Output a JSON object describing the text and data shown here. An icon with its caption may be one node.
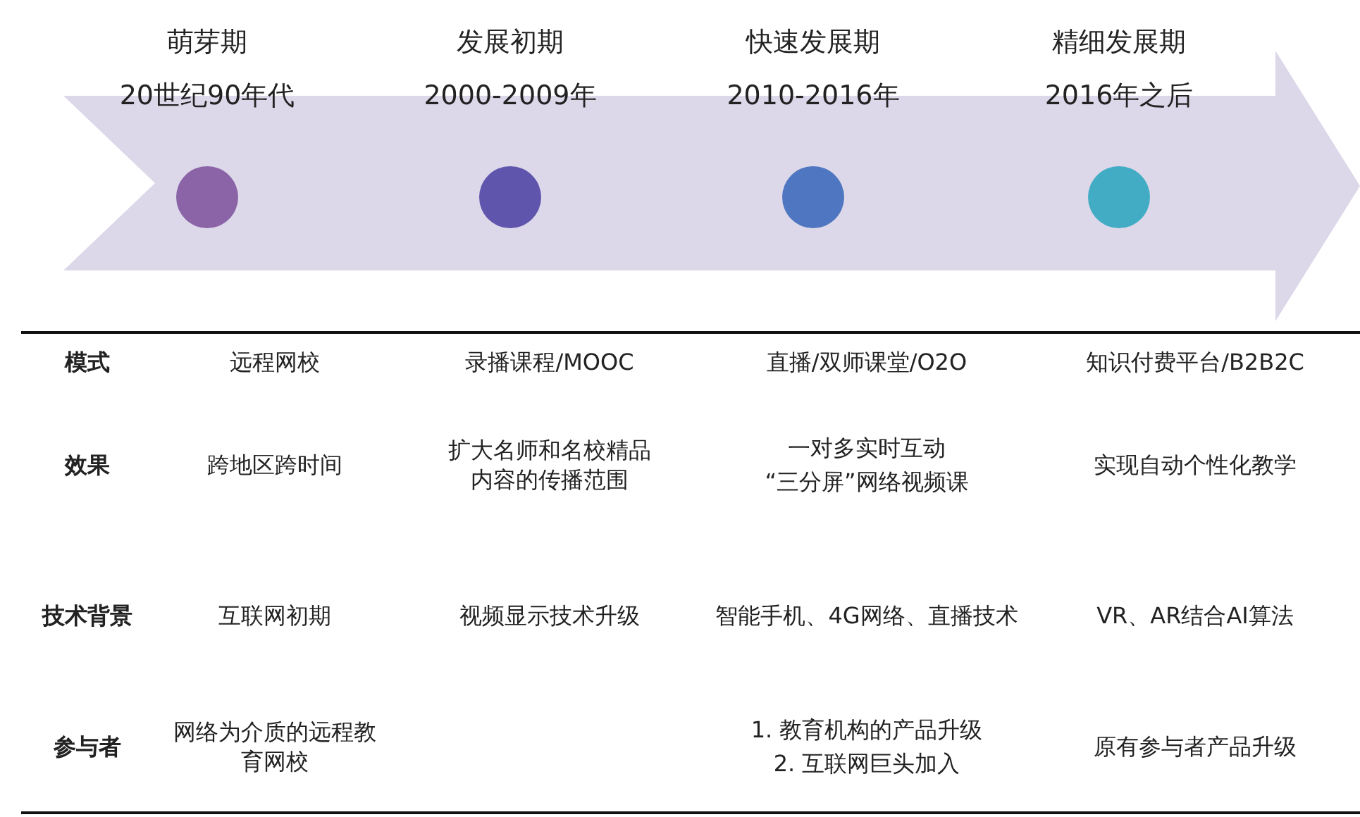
{
  "diagram": {
    "nodes": [
      {
        "text": [
          "萌芽期",
          "20世纪90年代"
        ]
      },
      {
        "text": [
          "发展初期",
          "2000-2009年"
        ]
      },
      {
        "text": [
          "快速发展期",
          "2010-2016年"
        ]
      },
      {
        "text": [
          "精细发展期",
          "2016年之后"
        ]
      }
    ],
    "labels": [
      "模式",
      "远程网校",
      "录播课程/MOOC",
      "直播/双师课堂/O2O",
      "知识付费平台/B2B2C",
      "效果",
      "跨地区跨时间",
      "扩大名师和名校精品内容的传播范围",
      "一对多实时互动",
      "“三分屏”网络视频课",
      "实现自动个性化教学",
      "技术背景",
      "互联网初期",
      "视频显示技术升级",
      "智能手机、4G网络、直播技术",
      "VR、AR结合AI算法",
      "参与者",
      "网络为介质的远程教育网校",
      "1. 教育机构的产品升级",
      "2. 互联网巨头加入",
      "原有参与者产品升级"
    ]
  }
}
